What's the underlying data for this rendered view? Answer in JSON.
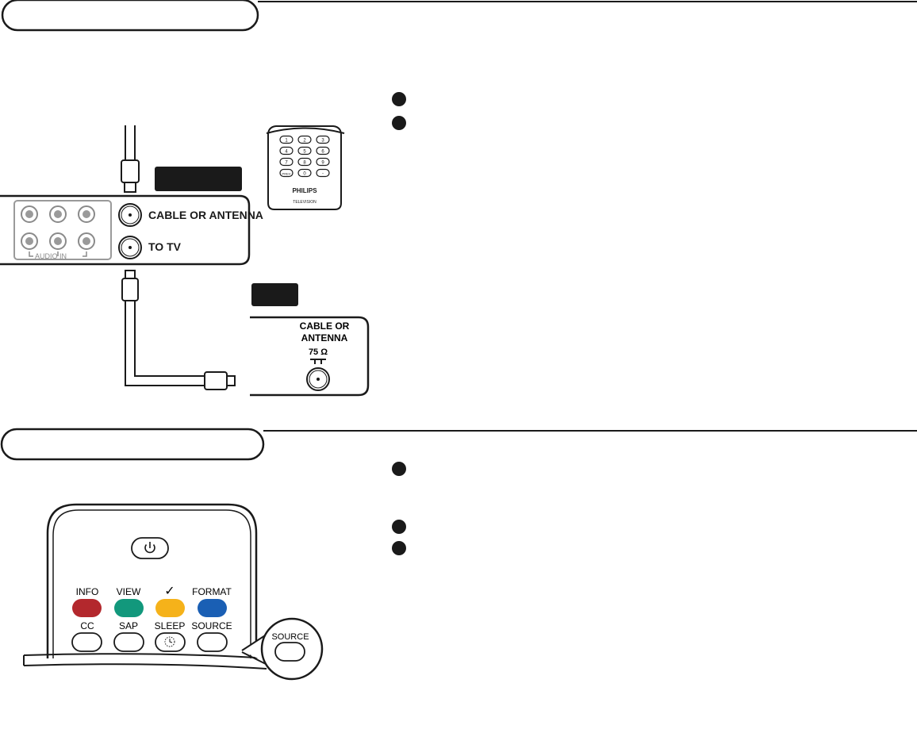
{
  "vcr_panel": {
    "jack_cable_antenna_label": "CABLE OR ANTENNA",
    "jack_to_tv_label": "TO TV",
    "audio_in_label": "AUDIO IN"
  },
  "remote_small": {
    "keys": [
      "1",
      "2",
      "3",
      "4",
      "5",
      "6",
      "7",
      "8",
      "9",
      "PREV",
      "0",
      "-"
    ],
    "brand": "PHILIPS",
    "sub_brand": "TELEVISION"
  },
  "tv_panel": {
    "line1": "CABLE OR",
    "line2": "ANTENNA",
    "impedance": "75 Ω"
  },
  "remote_closeup": {
    "color_row_labels": [
      "INFO",
      "VIEW",
      "✓",
      "FORMAT"
    ],
    "colors": {
      "info": "#b3282d",
      "view": "#12987c",
      "check": "#f5b21a",
      "format": "#1a5fb4"
    },
    "bottom_row_labels": [
      "CC",
      "SAP",
      "SLEEP",
      "SOURCE"
    ],
    "magnified_label": "SOURCE"
  }
}
